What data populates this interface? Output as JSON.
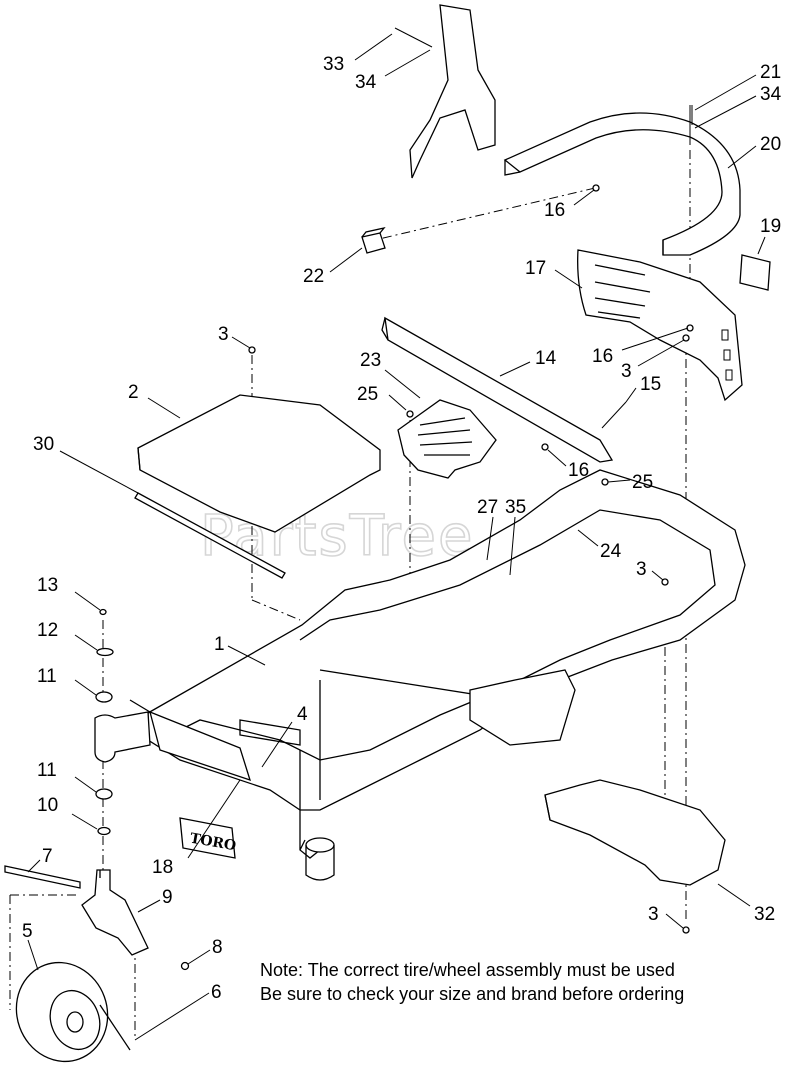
{
  "watermark": "PartsTree",
  "note": {
    "line1": "Note: The correct tire/wheel assembly must be used",
    "line2": "Be sure to check your size and brand before ordering"
  },
  "emblem_text": "TORO",
  "callouts": [
    {
      "id": "c33",
      "label": "33"
    },
    {
      "id": "c34a",
      "label": "34"
    },
    {
      "id": "c21",
      "label": "21"
    },
    {
      "id": "c34b",
      "label": "34"
    },
    {
      "id": "c20",
      "label": "20"
    },
    {
      "id": "c16a",
      "label": "16"
    },
    {
      "id": "c19",
      "label": "19"
    },
    {
      "id": "c22",
      "label": "22"
    },
    {
      "id": "c17",
      "label": "17"
    },
    {
      "id": "c3a",
      "label": "3"
    },
    {
      "id": "c16b",
      "label": "16"
    },
    {
      "id": "c3b",
      "label": "3"
    },
    {
      "id": "c14",
      "label": "14"
    },
    {
      "id": "c23",
      "label": "23"
    },
    {
      "id": "c2",
      "label": "2"
    },
    {
      "id": "c25a",
      "label": "25"
    },
    {
      "id": "c15",
      "label": "15"
    },
    {
      "id": "c30",
      "label": "30"
    },
    {
      "id": "c16c",
      "label": "16"
    },
    {
      "id": "c25b",
      "label": "25"
    },
    {
      "id": "c27",
      "label": "27"
    },
    {
      "id": "c35",
      "label": "35"
    },
    {
      "id": "c24",
      "label": "24"
    },
    {
      "id": "c13",
      "label": "13"
    },
    {
      "id": "c3c",
      "label": "3"
    },
    {
      "id": "c12",
      "label": "12"
    },
    {
      "id": "c1",
      "label": "1"
    },
    {
      "id": "c11a",
      "label": "11"
    },
    {
      "id": "c4",
      "label": "4"
    },
    {
      "id": "c11b",
      "label": "11"
    },
    {
      "id": "c10",
      "label": "10"
    },
    {
      "id": "c7",
      "label": "7"
    },
    {
      "id": "c18",
      "label": "18"
    },
    {
      "id": "c9",
      "label": "9"
    },
    {
      "id": "c3d",
      "label": "3"
    },
    {
      "id": "c32",
      "label": "32"
    },
    {
      "id": "c5",
      "label": "5"
    },
    {
      "id": "c8",
      "label": "8"
    },
    {
      "id": "c6",
      "label": "6"
    }
  ]
}
